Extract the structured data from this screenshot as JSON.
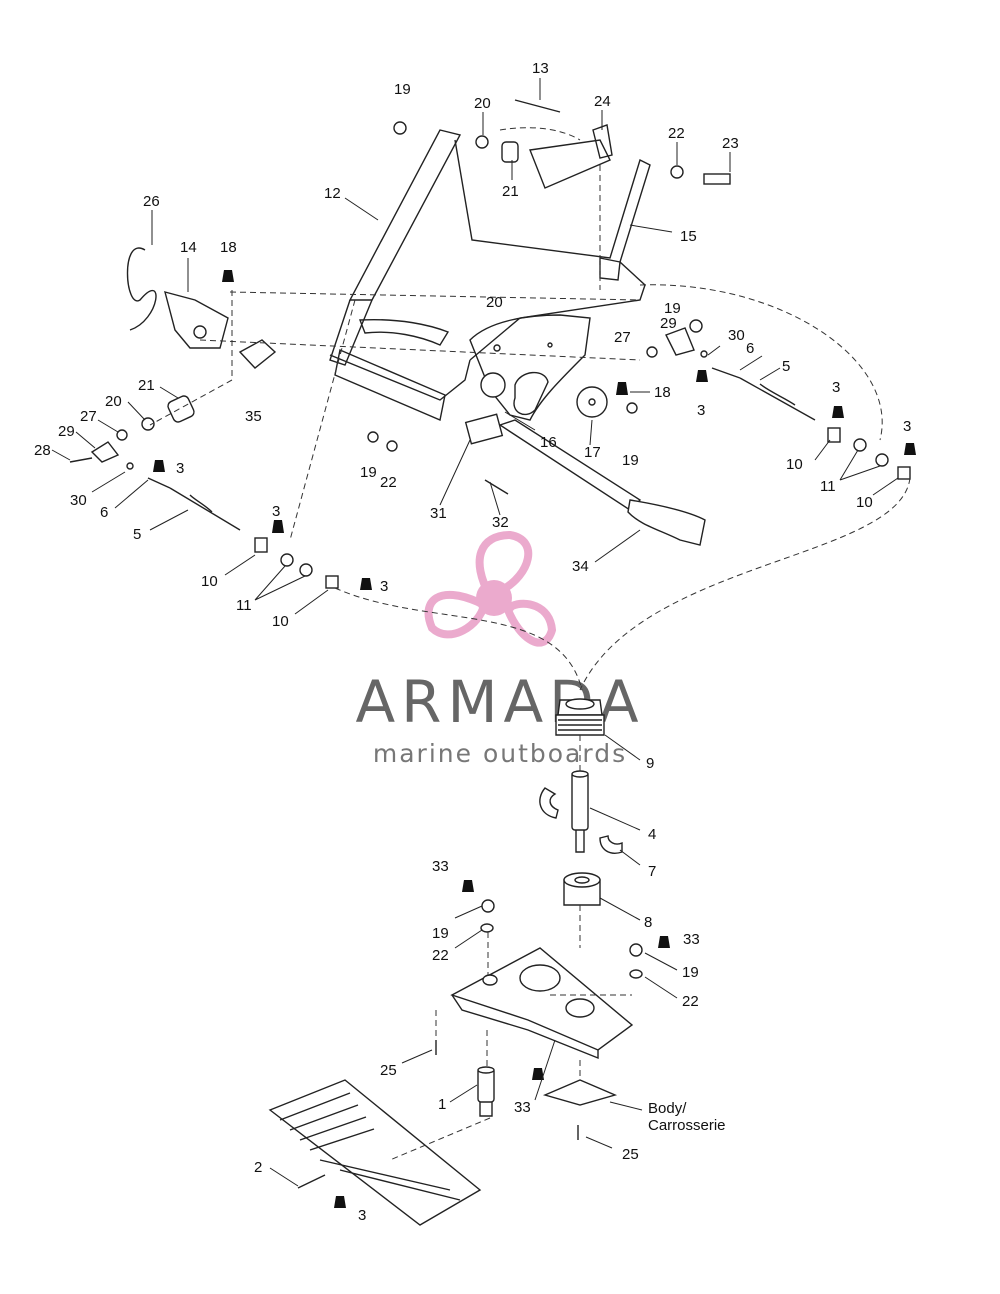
{
  "watermark": {
    "brand": "ARMADA",
    "tagline": "marine outboards",
    "brand_color": "#e9a1c8",
    "text_color": "#666666"
  },
  "labels": {
    "l13": "13",
    "l19a": "19",
    "l20a": "20",
    "l24": "24",
    "l22a": "22",
    "l23": "23",
    "l26": "26",
    "l12": "12",
    "l15": "15",
    "l14": "14",
    "l18a": "18",
    "l20b": "20",
    "l19b": "19",
    "l29a": "29",
    "l30a": "30",
    "l27a": "27",
    "l6a": "6",
    "l5a": "5",
    "l21b": "21",
    "l21a": "21",
    "l20c": "20",
    "l35": "35",
    "l27b": "27",
    "l29b": "29",
    "l28": "28",
    "l3a": "3",
    "l30b": "30",
    "l6b": "6",
    "l5b": "5",
    "l18b": "18",
    "l16": "16",
    "l17": "17",
    "l19c": "19",
    "l3b": "3",
    "l3c": "3",
    "l3d": "3",
    "l10a": "10",
    "l11a": "11",
    "l10b": "10",
    "l19d": "19",
    "l22b": "22",
    "l31": "31",
    "l32": "32",
    "l34": "34",
    "l3e": "3",
    "l10c": "10",
    "l11b": "11",
    "l3f": "3",
    "l10d": "10",
    "l9": "9",
    "l4": "4",
    "l7": "7",
    "l33a": "33",
    "l8": "8",
    "l19e": "19",
    "l22c": "22",
    "l33b": "33",
    "l19f": "19",
    "l22d": "22",
    "l25a": "25",
    "l1": "1",
    "l33c": "33",
    "l25b": "25",
    "l2": "2",
    "l3g": "3",
    "body_en": "Body/",
    "body_fr": "Carrosserie"
  }
}
